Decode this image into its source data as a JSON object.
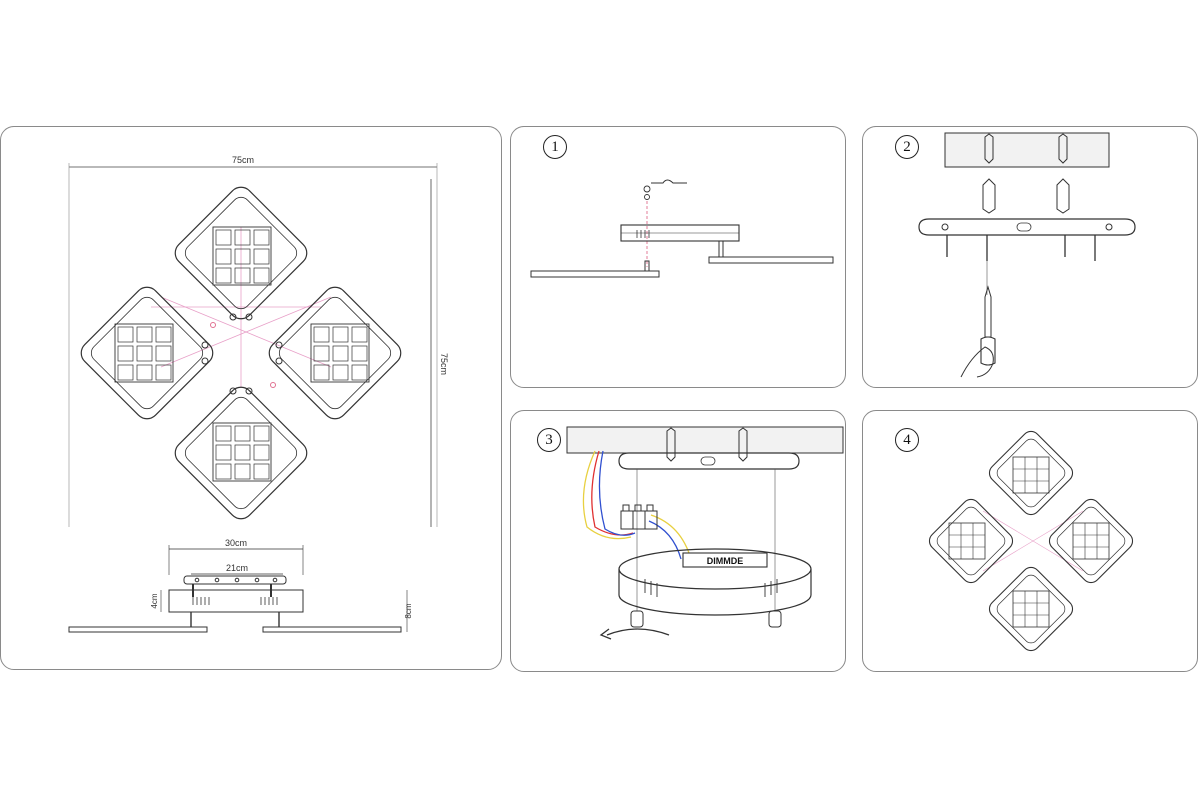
{
  "dimensions": {
    "width_label": "75cm",
    "height_label": "75cm",
    "base_outer_label": "30cm",
    "base_inner_label": "21cm",
    "base_height_label": "4cm",
    "total_height_label": "8cm"
  },
  "steps": [
    {
      "number": "1"
    },
    {
      "number": "2"
    },
    {
      "number": "3",
      "dimmer_label": "DIMMDE"
    },
    {
      "number": "4"
    }
  ],
  "colors": {
    "line": "#333333",
    "guide": "#e8a0c8",
    "wire_yellow": "#e8d040",
    "wire_red": "#e03030",
    "wire_blue": "#3050d0"
  }
}
